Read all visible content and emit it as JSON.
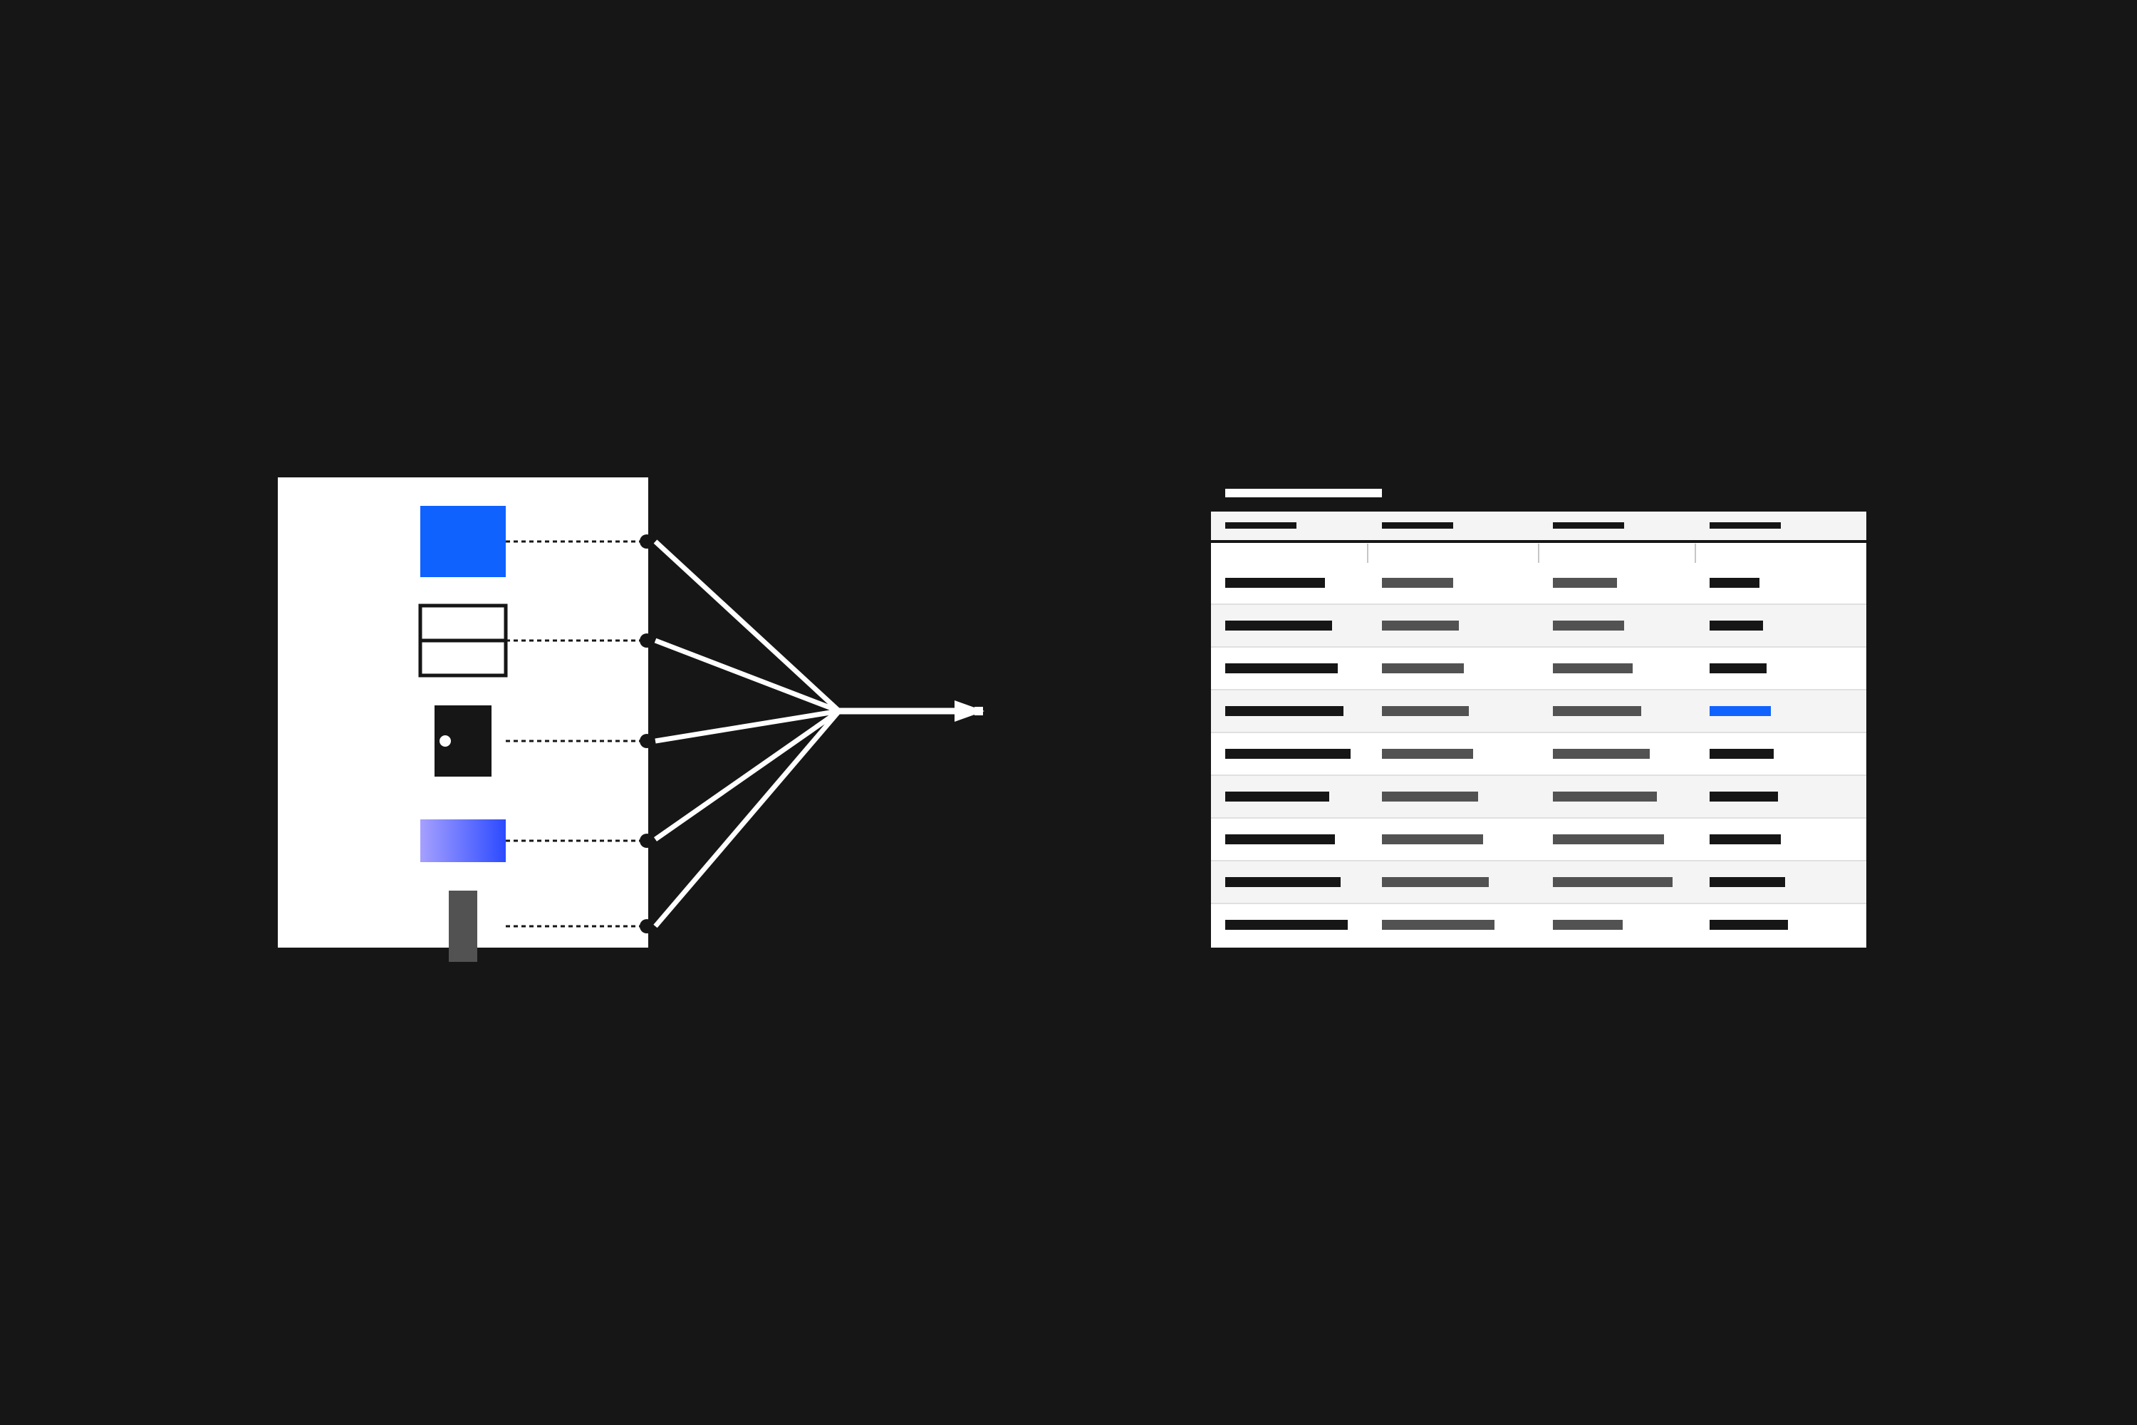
{
  "colors": {
    "background": "#161616",
    "panel": "#ffffff",
    "ink": "#161616",
    "accent_blue": "#0f62fe",
    "muted_bar": "#525252",
    "row_alt": "#f4f4f4",
    "gradient_start": "#a6a0ff",
    "gradient_end": "#2c4bff"
  },
  "source_panel": {
    "icons": [
      {
        "name": "solid-blue-square-icon"
      },
      {
        "name": "outlined-split-box-icon"
      },
      {
        "name": "door-icon"
      },
      {
        "name": "gradient-bar-icon"
      },
      {
        "name": "gray-pillar-icon"
      }
    ]
  },
  "data_table": {
    "column_count": 4,
    "row_count": 9,
    "highlighted_cell": {
      "row": 4,
      "column": 4,
      "color": "#0f62fe"
    }
  }
}
